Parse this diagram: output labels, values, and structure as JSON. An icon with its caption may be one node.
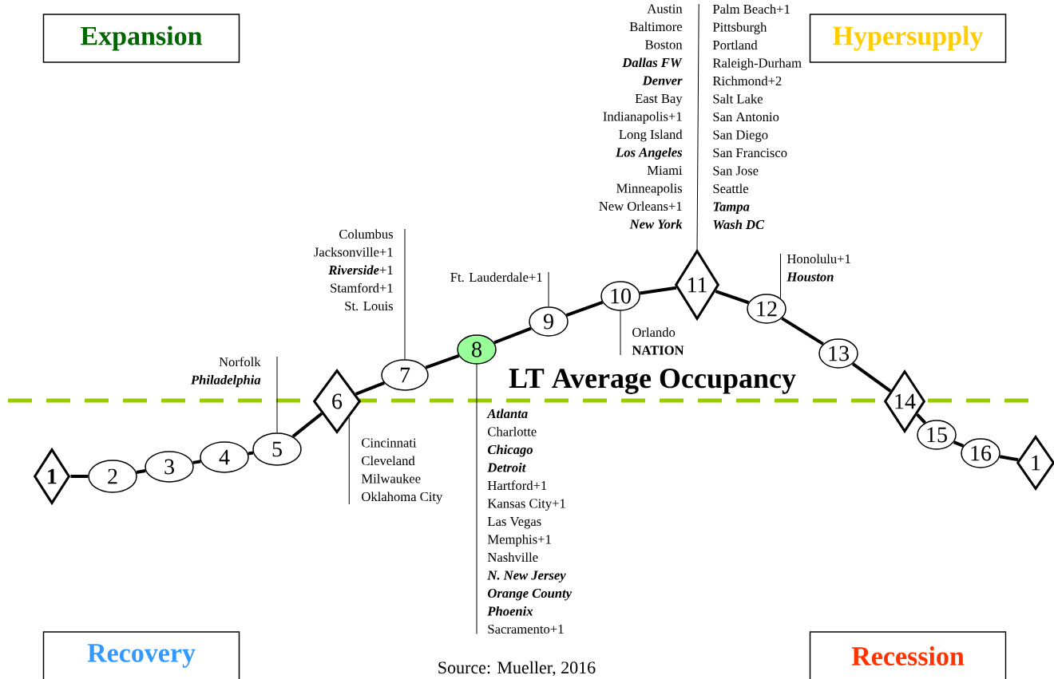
{
  "diagram": {
    "nodes": [
      {
        "text": [
          "Expansion"
        ]
      },
      {
        "text": [
          "Hypersupply"
        ]
      },
      {
        "text": [
          "Austin",
          "Baltimore",
          "Boston",
          "**Dallas FW**",
          "**Denver**",
          "East Bay",
          "Indianapolis+1",
          "Long Island",
          "**Los Angeles**",
          "Miami",
          "Minneapolis",
          "New Orleans+1",
          "**New York**"
        ]
      },
      {
        "text": [
          "Palm Beach+1",
          "Pittsburgh",
          "Portland",
          "Raleigh-Durham",
          "Richmond+2",
          "Salt Lake",
          "San Antonio",
          "San Diego",
          "San Francisco",
          "San Jose",
          "Seattle",
          "**Tampa**",
          "**Wash DC**"
        ]
      },
      {
        "text": [
          "Columbus",
          "Jacksonville+1",
          "**Riverside**+1",
          "Stamford+1",
          "St. Louis"
        ]
      },
      {
        "text": [
          "Ft. Lauderdale+1"
        ]
      },
      {
        "text": [
          "Honolulu+1",
          "**Houston**"
        ]
      },
      {
        "text": [
          "Norfolk",
          "**Philadelphia**"
        ]
      },
      {
        "text": [
          "Orlando",
          "**NATION**"
        ]
      },
      {
        "text": [
          "1"
        ]
      },
      {
        "text": [
          "2"
        ]
      },
      {
        "text": [
          "3"
        ]
      },
      {
        "text": [
          "4"
        ]
      },
      {
        "text": [
          "5"
        ]
      },
      {
        "text": [
          "6"
        ]
      },
      {
        "text": [
          "7"
        ]
      },
      {
        "text": [
          "8"
        ]
      },
      {
        "text": [
          "9"
        ]
      },
      {
        "text": [
          "10"
        ]
      },
      {
        "text": [
          "11"
        ]
      },
      {
        "text": [
          "12"
        ]
      },
      {
        "text": [
          "13"
        ]
      },
      {
        "text": [
          "14"
        ]
      },
      {
        "text": [
          "15"
        ]
      },
      {
        "text": [
          "16"
        ]
      },
      {
        "text": [
          "1"
        ]
      },
      {
        "text": [
          "Cincinnati",
          "Cleveland",
          "Milwaukee",
          "Oklahoma City"
        ]
      },
      {
        "text": [
          "**Atlanta**",
          "Charlotte",
          "**Chicago**",
          "**Detroit**",
          "Hartford+1",
          "Kansas City+1",
          "Las Vegas",
          "Memphis+1",
          "Nashville",
          "**N. New Jersey**",
          "**Orange County**",
          "**Phoenix**",
          "Sacramento+1"
        ]
      },
      {
        "text": [
          "Recovery"
        ]
      },
      {
        "text": [
          "Recession"
        ]
      }
    ],
    "edges": [
      {
        "from": 9,
        "to": 10,
        "arrow": "none"
      },
      {
        "from": 10,
        "to": 11,
        "arrow": "none"
      },
      {
        "from": 11,
        "to": 12,
        "arrow": "none"
      },
      {
        "from": 12,
        "to": 13,
        "arrow": "none"
      },
      {
        "from": 13,
        "to": 14,
        "arrow": "none"
      },
      {
        "from": 14,
        "to": 15,
        "arrow": "none"
      },
      {
        "from": 15,
        "to": 16,
        "arrow": "none"
      },
      {
        "from": 16,
        "to": 17,
        "arrow": "none"
      },
      {
        "from": 17,
        "to": 18,
        "arrow": "none"
      },
      {
        "from": 18,
        "to": 19,
        "arrow": "none"
      },
      {
        "from": 19,
        "to": 20,
        "arrow": "none"
      },
      {
        "from": 20,
        "to": 21,
        "arrow": "none"
      },
      {
        "from": 21,
        "to": 22,
        "arrow": "none"
      },
      {
        "from": 22,
        "to": 23,
        "arrow": "none"
      },
      {
        "from": 23,
        "to": 24,
        "arrow": "none"
      },
      {
        "from": 24,
        "to": 25,
        "arrow": "none"
      },
      {
        "from": 7,
        "to": 13,
        "arrow": "none"
      },
      {
        "from": 26,
        "to": 14,
        "arrow": "none"
      },
      {
        "from": 4,
        "to": 15,
        "arrow": "none"
      },
      {
        "from": 5,
        "to": 17,
        "arrow": "none"
      },
      {
        "from": 8,
        "to": 18,
        "arrow": "none"
      },
      {
        "from": 27,
        "to": 16,
        "arrow": "none"
      },
      {
        "from": 2,
        "to": 19,
        "arrow": "none"
      },
      {
        "from": 3,
        "to": 19,
        "arrow": "none"
      },
      {
        "from": 6,
        "to": 20,
        "arrow": "none"
      }
    ],
    "labels": [
      "LT Average Occupancy",
      "Source: Mueller, 2016"
    ]
  }
}
